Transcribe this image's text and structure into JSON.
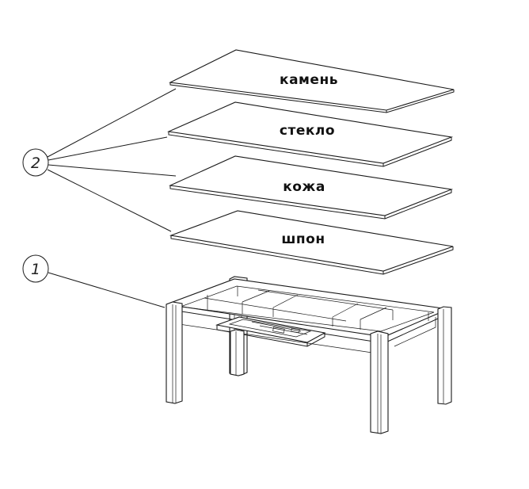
{
  "panels": [
    {
      "label": "камень"
    },
    {
      "label": "стекло"
    },
    {
      "label": "кожа"
    },
    {
      "label": "шпон"
    }
  ],
  "callouts": [
    {
      "number": "2"
    },
    {
      "number": "1"
    }
  ],
  "colors": {
    "line": "#1a1a1a",
    "background": "#ffffff"
  }
}
